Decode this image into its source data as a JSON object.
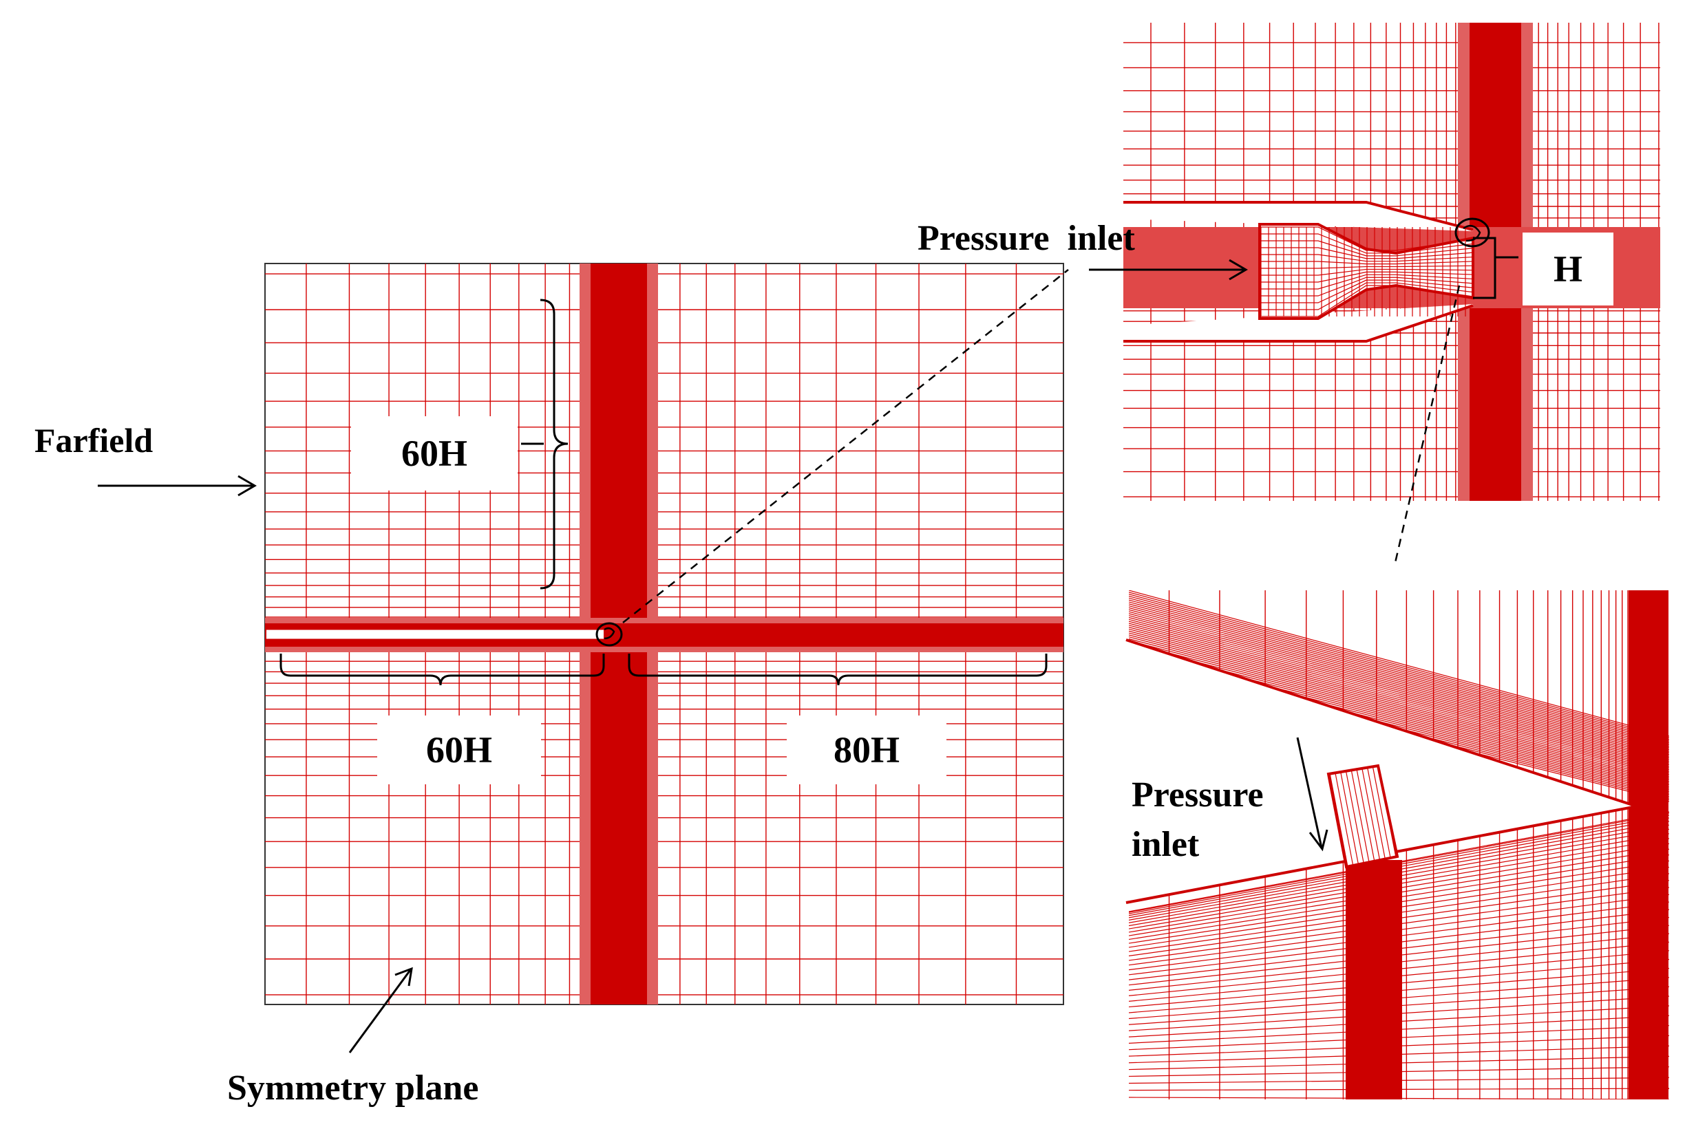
{
  "labels": {
    "farfield": "Farfield",
    "symmetry_plane": "Symmetry plane",
    "pressure_inlet_top": "Pressure  inlet",
    "pressure_inlet_bottom_line1": "Pressure",
    "pressure_inlet_bottom_line2": "inlet"
  },
  "dimensions": {
    "vertical_extent": "60H",
    "upstream_extent": "60H",
    "downstream_extent": "80H",
    "nozzle_height": "H"
  },
  "colors": {
    "mesh": "#d40000",
    "mesh_dense": "#cc0000",
    "background": "#ffffff",
    "annotation": "#000000"
  }
}
